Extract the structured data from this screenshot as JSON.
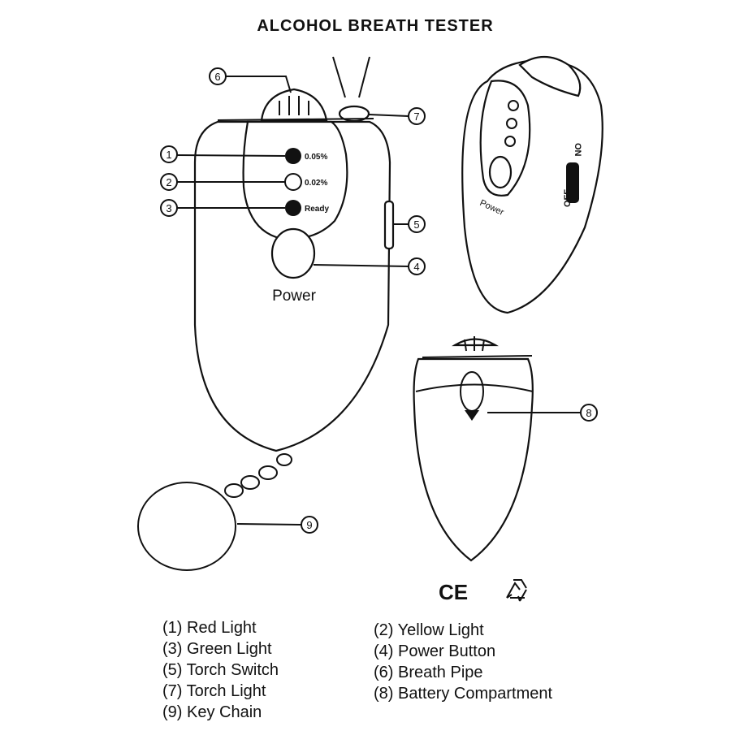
{
  "title": "ALCOHOL BREATH TESTER",
  "indicators": [
    {
      "text": "0.05%"
    },
    {
      "text": "0.02%"
    },
    {
      "text": "Ready"
    }
  ],
  "power_label": "Power",
  "side_view": {
    "on_label": "ON",
    "off_label": "OFF",
    "power_label": "Power"
  },
  "callouts": [
    "6",
    "7",
    "1",
    "2",
    "3",
    "5",
    "4",
    "8",
    "9"
  ],
  "marks": {
    "ce": "CE",
    "recycle_icon": "recycle-icon"
  },
  "legend": {
    "left": [
      "(1) Red Light",
      "(3) Green Light",
      "(5) Torch Switch",
      "(7) Torch Light",
      "(9) Key Chain"
    ],
    "right": [
      "(2) Yellow Light",
      "(4) Power Button",
      "(6) Breath Pipe",
      "(8) Battery Compartment"
    ]
  }
}
